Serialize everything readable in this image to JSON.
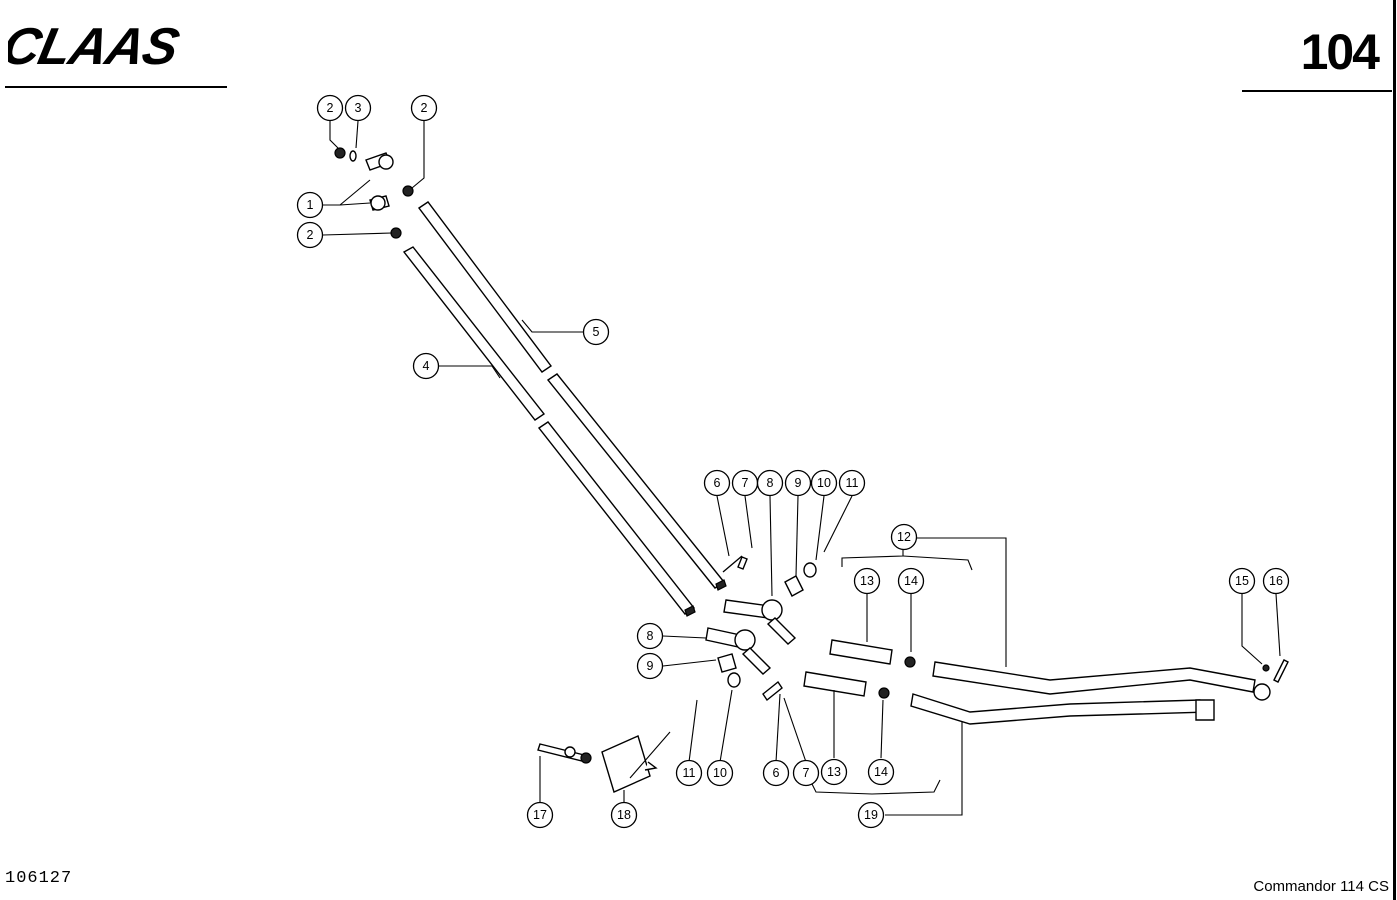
{
  "header": {
    "brand": "CLAAS",
    "page_number": "104"
  },
  "footer": {
    "drawing_number": "106127",
    "model": "Commandor 114 CS"
  },
  "callouts": [
    {
      "id": "c-2a",
      "label": "2"
    },
    {
      "id": "c-3",
      "label": "3"
    },
    {
      "id": "c-2b",
      "label": "2"
    },
    {
      "id": "c-1",
      "label": "1"
    },
    {
      "id": "c-2c",
      "label": "2"
    },
    {
      "id": "c-5",
      "label": "5"
    },
    {
      "id": "c-4",
      "label": "4"
    },
    {
      "id": "c-6a",
      "label": "6"
    },
    {
      "id": "c-7a",
      "label": "7"
    },
    {
      "id": "c-8a",
      "label": "8"
    },
    {
      "id": "c-9a",
      "label": "9"
    },
    {
      "id": "c-10a",
      "label": "10"
    },
    {
      "id": "c-11a",
      "label": "11"
    },
    {
      "id": "c-12",
      "label": "12"
    },
    {
      "id": "c-13a",
      "label": "13"
    },
    {
      "id": "c-14a",
      "label": "14"
    },
    {
      "id": "c-15",
      "label": "15"
    },
    {
      "id": "c-16",
      "label": "16"
    },
    {
      "id": "c-8b",
      "label": "8"
    },
    {
      "id": "c-9b",
      "label": "9"
    },
    {
      "id": "c-11b",
      "label": "11"
    },
    {
      "id": "c-10b",
      "label": "10"
    },
    {
      "id": "c-6b",
      "label": "6"
    },
    {
      "id": "c-7b",
      "label": "7"
    },
    {
      "id": "c-13b",
      "label": "13"
    },
    {
      "id": "c-14b",
      "label": "14"
    },
    {
      "id": "c-19",
      "label": "19"
    },
    {
      "id": "c-17",
      "label": "17"
    },
    {
      "id": "c-18",
      "label": "18"
    }
  ]
}
